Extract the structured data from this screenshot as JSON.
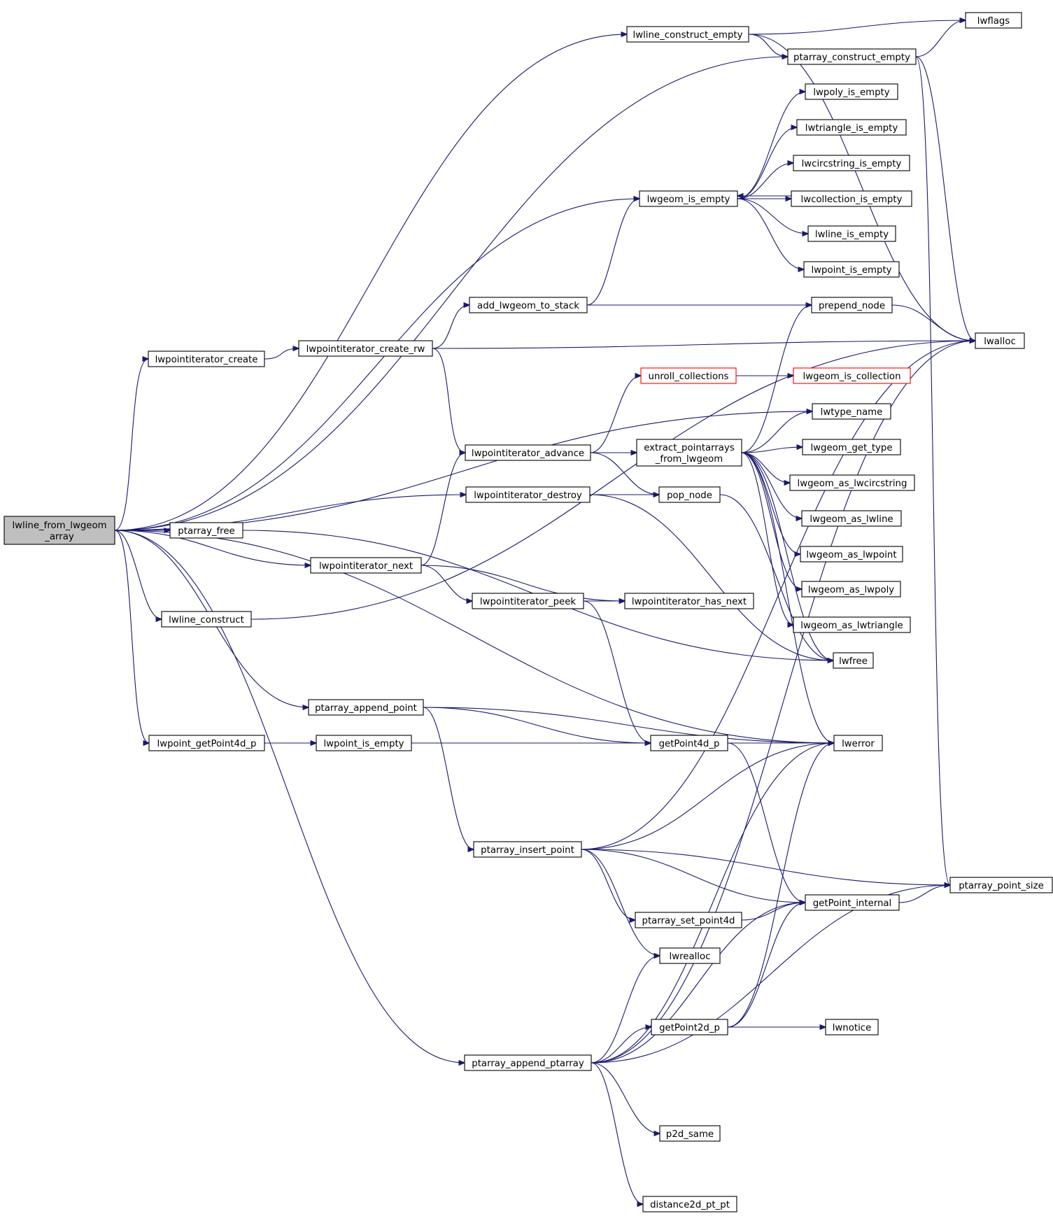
{
  "diagram": {
    "type": "call-graph",
    "colors": {
      "edge": "#191970",
      "node_border": "#000000",
      "node_fill": "#ffffff",
      "root_fill": "#bfbfbf",
      "truncated_border": "#ff0000"
    },
    "nodes": [
      {
        "id": "root",
        "lines": [
          "lwline_from_lwgeom",
          "_array"
        ],
        "role": "root"
      },
      {
        "id": "lwline_construct_empty",
        "lines": [
          "lwline_construct_empty"
        ]
      },
      {
        "id": "lwflags",
        "lines": [
          "lwflags"
        ]
      },
      {
        "id": "ptarray_construct_empty",
        "lines": [
          "ptarray_construct_empty"
        ]
      },
      {
        "id": "lwpoly_is_empty",
        "lines": [
          "lwpoly_is_empty"
        ]
      },
      {
        "id": "lwtriangle_is_empty",
        "lines": [
          "lwtriangle_is_empty"
        ]
      },
      {
        "id": "lwcircstring_is_empty",
        "lines": [
          "lwcircstring_is_empty"
        ]
      },
      {
        "id": "lwgeom_is_empty",
        "lines": [
          "lwgeom_is_empty"
        ]
      },
      {
        "id": "lwcollection_is_empty",
        "lines": [
          "lwcollection_is_empty"
        ]
      },
      {
        "id": "lwline_is_empty",
        "lines": [
          "lwline_is_empty"
        ]
      },
      {
        "id": "lwpoint_is_empty_a",
        "lines": [
          "lwpoint_is_empty"
        ]
      },
      {
        "id": "add_lwgeom_to_stack",
        "lines": [
          "add_lwgeom_to_stack"
        ]
      },
      {
        "id": "prepend_node",
        "lines": [
          "prepend_node"
        ]
      },
      {
        "id": "lwalloc",
        "lines": [
          "lwalloc"
        ]
      },
      {
        "id": "lwpointiterator_create",
        "lines": [
          "lwpointiterator_create"
        ]
      },
      {
        "id": "lwpointiterator_create_rw",
        "lines": [
          "lwpointiterator_create_rw"
        ]
      },
      {
        "id": "unroll_collections",
        "lines": [
          "unroll_collections"
        ],
        "role": "truncated"
      },
      {
        "id": "lwgeom_is_collection",
        "lines": [
          "lwgeom_is_collection"
        ],
        "role": "truncated"
      },
      {
        "id": "lwtype_name",
        "lines": [
          "lwtype_name"
        ]
      },
      {
        "id": "lwpointiterator_advance",
        "lines": [
          "lwpointiterator_advance"
        ]
      },
      {
        "id": "extract_pointarrays",
        "lines": [
          "extract_pointarrays",
          "_from_lwgeom"
        ]
      },
      {
        "id": "lwgeom_get_type",
        "lines": [
          "lwgeom_get_type"
        ]
      },
      {
        "id": "lwgeom_as_lwcircstring",
        "lines": [
          "lwgeom_as_lwcircstring"
        ]
      },
      {
        "id": "lwpointiterator_destroy",
        "lines": [
          "lwpointiterator_destroy"
        ]
      },
      {
        "id": "pop_node",
        "lines": [
          "pop_node"
        ]
      },
      {
        "id": "lwgeom_as_lwline",
        "lines": [
          "lwgeom_as_lwline"
        ]
      },
      {
        "id": "ptarray_free",
        "lines": [
          "ptarray_free"
        ]
      },
      {
        "id": "lwgeom_as_lwpoint",
        "lines": [
          "lwgeom_as_lwpoint"
        ]
      },
      {
        "id": "lwpointiterator_next",
        "lines": [
          "lwpointiterator_next"
        ]
      },
      {
        "id": "lwgeom_as_lwpoly",
        "lines": [
          "lwgeom_as_lwpoly"
        ]
      },
      {
        "id": "lwpointiterator_peek",
        "lines": [
          "lwpointiterator_peek"
        ]
      },
      {
        "id": "lwpointiterator_has_next",
        "lines": [
          "lwpointiterator_has_next"
        ]
      },
      {
        "id": "lwline_construct",
        "lines": [
          "lwline_construct"
        ]
      },
      {
        "id": "lwgeom_as_lwtriangle",
        "lines": [
          "lwgeom_as_lwtriangle"
        ]
      },
      {
        "id": "lwfree",
        "lines": [
          "lwfree"
        ]
      },
      {
        "id": "ptarray_append_point",
        "lines": [
          "ptarray_append_point"
        ]
      },
      {
        "id": "lwpoint_getPoint4d_p",
        "lines": [
          "lwpoint_getPoint4d_p"
        ]
      },
      {
        "id": "lwpoint_is_empty_b",
        "lines": [
          "lwpoint_is_empty"
        ]
      },
      {
        "id": "getPoint4d_p",
        "lines": [
          "getPoint4d_p"
        ]
      },
      {
        "id": "lwerror",
        "lines": [
          "lwerror"
        ]
      },
      {
        "id": "ptarray_insert_point",
        "lines": [
          "ptarray_insert_point"
        ]
      },
      {
        "id": "ptarray_point_size",
        "lines": [
          "ptarray_point_size"
        ]
      },
      {
        "id": "getPoint_internal",
        "lines": [
          "getPoint_internal"
        ]
      },
      {
        "id": "ptarray_set_point4d",
        "lines": [
          "ptarray_set_point4d"
        ]
      },
      {
        "id": "lwrealloc",
        "lines": [
          "lwrealloc"
        ]
      },
      {
        "id": "getPoint2d_p",
        "lines": [
          "getPoint2d_p"
        ]
      },
      {
        "id": "lwnotice",
        "lines": [
          "lwnotice"
        ]
      },
      {
        "id": "ptarray_append_ptarray",
        "lines": [
          "ptarray_append_ptarray"
        ]
      },
      {
        "id": "p2d_same",
        "lines": [
          "p2d_same"
        ]
      },
      {
        "id": "distance2d_pt_pt",
        "lines": [
          "distance2d_pt_pt"
        ]
      }
    ],
    "edges": [
      [
        "root",
        "lwline_construct_empty"
      ],
      [
        "root",
        "ptarray_construct_empty"
      ],
      [
        "root",
        "lwgeom_is_empty"
      ],
      [
        "root",
        "lwpointiterator_create"
      ],
      [
        "root",
        "lwtype_name"
      ],
      [
        "root",
        "lwpointiterator_destroy"
      ],
      [
        "root",
        "ptarray_free"
      ],
      [
        "root",
        "lwpointiterator_next"
      ],
      [
        "root",
        "lwline_construct"
      ],
      [
        "root",
        "lwerror"
      ],
      [
        "root",
        "ptarray_append_point"
      ],
      [
        "root",
        "lwpoint_getPoint4d_p"
      ],
      [
        "root",
        "ptarray_append_ptarray"
      ],
      [
        "lwline_construct_empty",
        "lwflags"
      ],
      [
        "lwline_construct_empty",
        "ptarray_construct_empty"
      ],
      [
        "lwline_construct_empty",
        "lwalloc"
      ],
      [
        "ptarray_construct_empty",
        "lwflags"
      ],
      [
        "ptarray_construct_empty",
        "lwalloc"
      ],
      [
        "ptarray_construct_empty",
        "ptarray_point_size"
      ],
      [
        "lwgeom_is_empty",
        "lwpoly_is_empty"
      ],
      [
        "lwgeom_is_empty",
        "lwtriangle_is_empty"
      ],
      [
        "lwgeom_is_empty",
        "lwcircstring_is_empty"
      ],
      [
        "lwgeom_is_empty",
        "lwcollection_is_empty"
      ],
      [
        "lwgeom_is_empty",
        "lwline_is_empty"
      ],
      [
        "lwgeom_is_empty",
        "lwpoint_is_empty_a"
      ],
      [
        "lwcollection_is_empty",
        "lwgeom_is_empty"
      ],
      [
        "add_lwgeom_to_stack",
        "lwgeom_is_empty"
      ],
      [
        "add_lwgeom_to_stack",
        "prepend_node"
      ],
      [
        "prepend_node",
        "lwalloc"
      ],
      [
        "lwpointiterator_create",
        "lwpointiterator_create_rw"
      ],
      [
        "lwpointiterator_create_rw",
        "add_lwgeom_to_stack"
      ],
      [
        "lwpointiterator_create_rw",
        "lwalloc"
      ],
      [
        "lwpointiterator_create_rw",
        "lwpointiterator_advance"
      ],
      [
        "unroll_collections",
        "lwgeom_is_collection"
      ],
      [
        "lwpointiterator_advance",
        "unroll_collections"
      ],
      [
        "lwpointiterator_advance",
        "extract_pointarrays"
      ],
      [
        "lwpointiterator_advance",
        "pop_node"
      ],
      [
        "extract_pointarrays",
        "prepend_node"
      ],
      [
        "extract_pointarrays",
        "lwtype_name"
      ],
      [
        "extract_pointarrays",
        "lwgeom_get_type"
      ],
      [
        "extract_pointarrays",
        "lwgeom_as_lwcircstring"
      ],
      [
        "extract_pointarrays",
        "lwgeom_as_lwline"
      ],
      [
        "extract_pointarrays",
        "lwgeom_as_lwpoint"
      ],
      [
        "extract_pointarrays",
        "lwgeom_as_lwpoly"
      ],
      [
        "extract_pointarrays",
        "lwgeom_as_lwtriangle"
      ],
      [
        "extract_pointarrays",
        "lwfree"
      ],
      [
        "extract_pointarrays",
        "lwerror"
      ],
      [
        "lwpointiterator_destroy",
        "pop_node"
      ],
      [
        "lwpointiterator_destroy",
        "lwfree"
      ],
      [
        "pop_node",
        "lwfree"
      ],
      [
        "ptarray_free",
        "lwfree"
      ],
      [
        "lwpointiterator_next",
        "lwpointiterator_advance"
      ],
      [
        "lwpointiterator_next",
        "lwpointiterator_peek"
      ],
      [
        "lwpointiterator_next",
        "lwpointiterator_has_next"
      ],
      [
        "lwpointiterator_peek",
        "lwpointiterator_has_next"
      ],
      [
        "lwpointiterator_peek",
        "getPoint4d_p"
      ],
      [
        "lwline_construct",
        "lwalloc"
      ],
      [
        "ptarray_append_point",
        "lwerror"
      ],
      [
        "ptarray_append_point",
        "getPoint4d_p"
      ],
      [
        "ptarray_append_point",
        "ptarray_insert_point"
      ],
      [
        "lwpoint_getPoint4d_p",
        "lwpoint_is_empty_b"
      ],
      [
        "lwpoint_getPoint4d_p",
        "getPoint4d_p"
      ],
      [
        "getPoint4d_p",
        "lwerror"
      ],
      [
        "getPoint4d_p",
        "getPoint_internal"
      ],
      [
        "ptarray_insert_point",
        "lwerror"
      ],
      [
        "ptarray_insert_point",
        "lwalloc"
      ],
      [
        "ptarray_insert_point",
        "ptarray_point_size"
      ],
      [
        "ptarray_insert_point",
        "getPoint_internal"
      ],
      [
        "ptarray_insert_point",
        "ptarray_set_point4d"
      ],
      [
        "ptarray_insert_point",
        "lwrealloc"
      ],
      [
        "getPoint_internal",
        "ptarray_point_size"
      ],
      [
        "ptarray_set_point4d",
        "getPoint_internal"
      ],
      [
        "getPoint2d_p",
        "lwerror"
      ],
      [
        "getPoint2d_p",
        "getPoint_internal"
      ],
      [
        "getPoint2d_p",
        "lwnotice"
      ],
      [
        "ptarray_append_ptarray",
        "lwrealloc"
      ],
      [
        "ptarray_append_ptarray",
        "lwerror"
      ],
      [
        "ptarray_append_ptarray",
        "getPoint2d_p"
      ],
      [
        "ptarray_append_ptarray",
        "getPoint_internal"
      ],
      [
        "ptarray_append_ptarray",
        "lwalloc"
      ],
      [
        "ptarray_append_ptarray",
        "ptarray_point_size"
      ],
      [
        "ptarray_append_ptarray",
        "p2d_same"
      ],
      [
        "ptarray_append_ptarray",
        "distance2d_pt_pt"
      ]
    ]
  }
}
